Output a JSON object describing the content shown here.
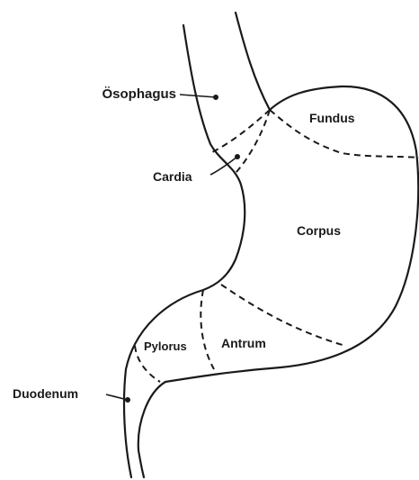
{
  "labels": {
    "oesophagus": "Ösophagus",
    "fundus": "Fundus",
    "cardia": "Cardia",
    "corpus": "Corpus",
    "antrum": "Antrum",
    "pylorus": "Pylorus",
    "duodenum": "Duodenum"
  }
}
